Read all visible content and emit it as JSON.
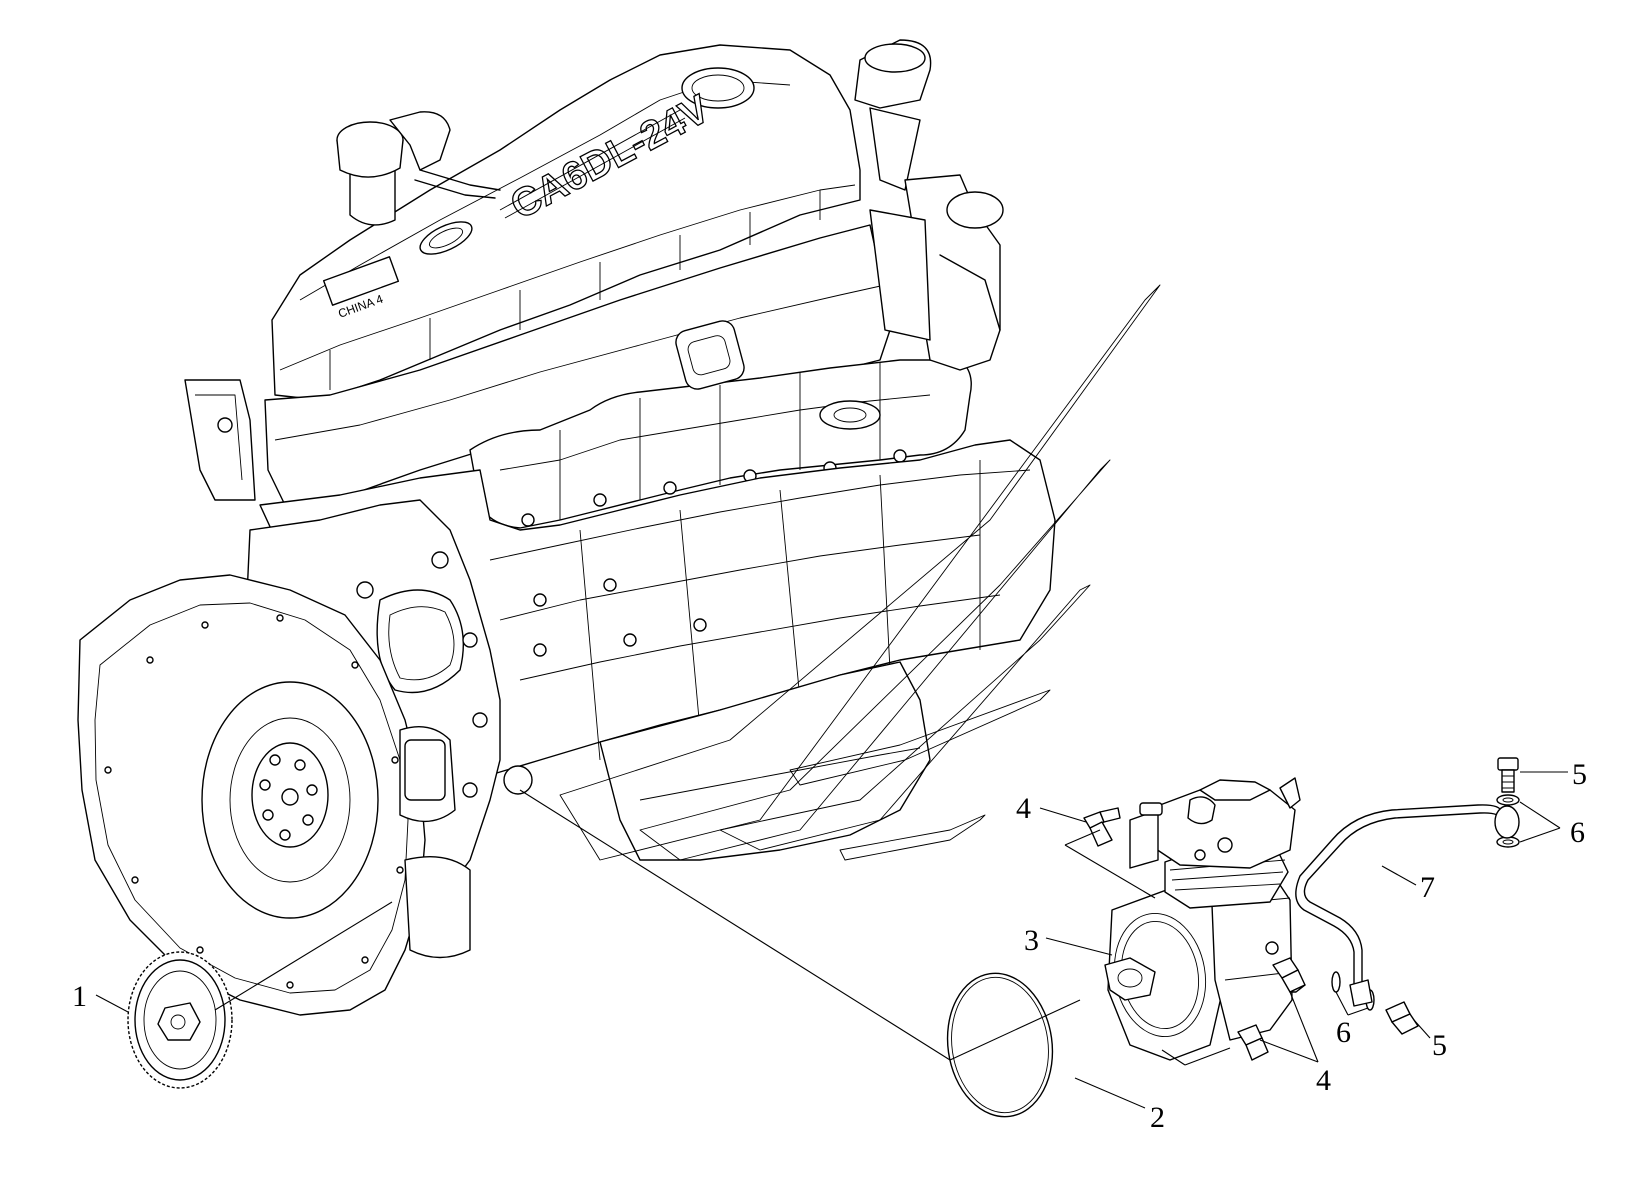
{
  "engine": {
    "model_text": "CA6DL-24V",
    "plate_text": "CHINA 4"
  },
  "callouts": [
    {
      "id": "c1",
      "text": "1"
    },
    {
      "id": "c2",
      "text": "2"
    },
    {
      "id": "c3",
      "text": "3"
    },
    {
      "id": "c4a",
      "text": "4"
    },
    {
      "id": "c4b",
      "text": "4"
    },
    {
      "id": "c5a",
      "text": "5"
    },
    {
      "id": "c5b",
      "text": "5"
    },
    {
      "id": "c6a",
      "text": "6"
    },
    {
      "id": "c6b",
      "text": "6"
    },
    {
      "id": "c7",
      "text": "7"
    }
  ],
  "colors": {
    "line": "#000000",
    "background": "#ffffff"
  }
}
